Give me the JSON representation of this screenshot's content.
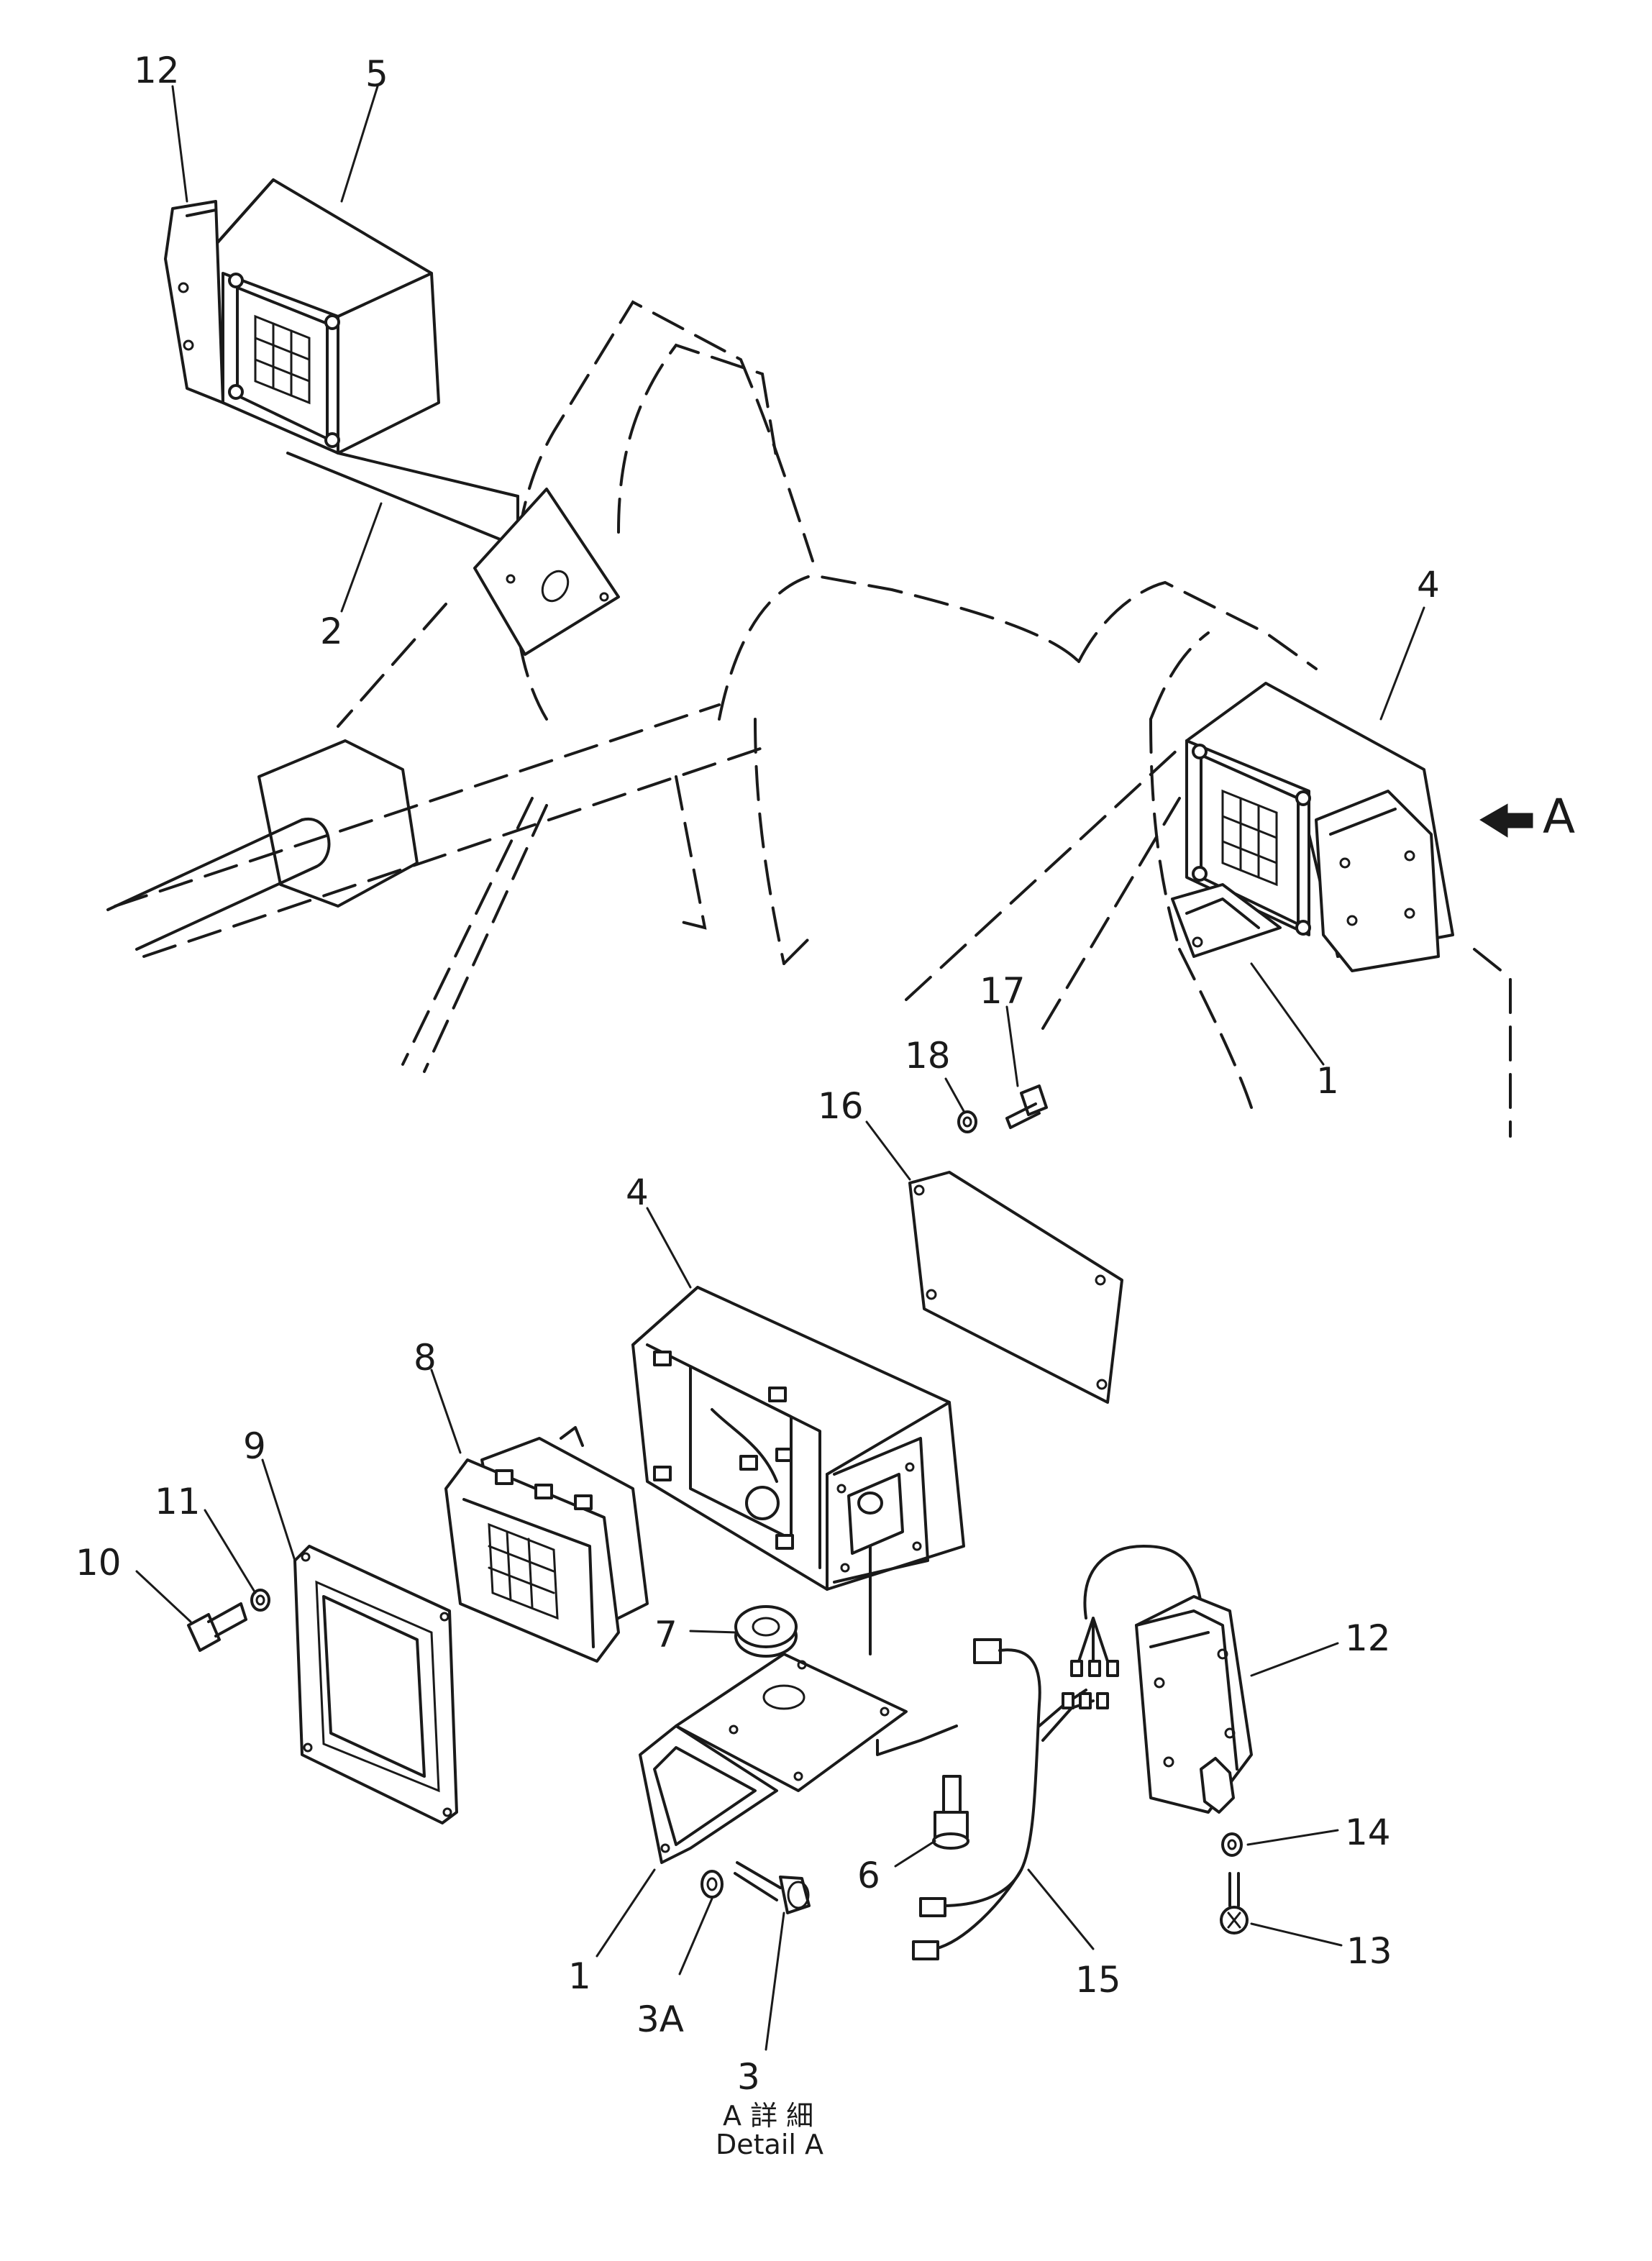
{
  "callouts": {
    "c12_top": "12",
    "c5": "5",
    "c2": "2",
    "c4_top": "4",
    "c1_top": "1",
    "c17": "17",
    "c18": "18",
    "c16": "16",
    "c4_bottom": "4",
    "c8": "8",
    "c9": "9",
    "c11": "11",
    "c10": "10",
    "c7": "7",
    "c12_bottom": "12",
    "c14": "14",
    "c13": "13",
    "c6": "6",
    "c15": "15",
    "c1_bottom": "1",
    "c3A": "3A",
    "c3": "3"
  },
  "view_marker": "A",
  "caption": {
    "line1": "A 詳 細",
    "line2": "Detail A"
  }
}
